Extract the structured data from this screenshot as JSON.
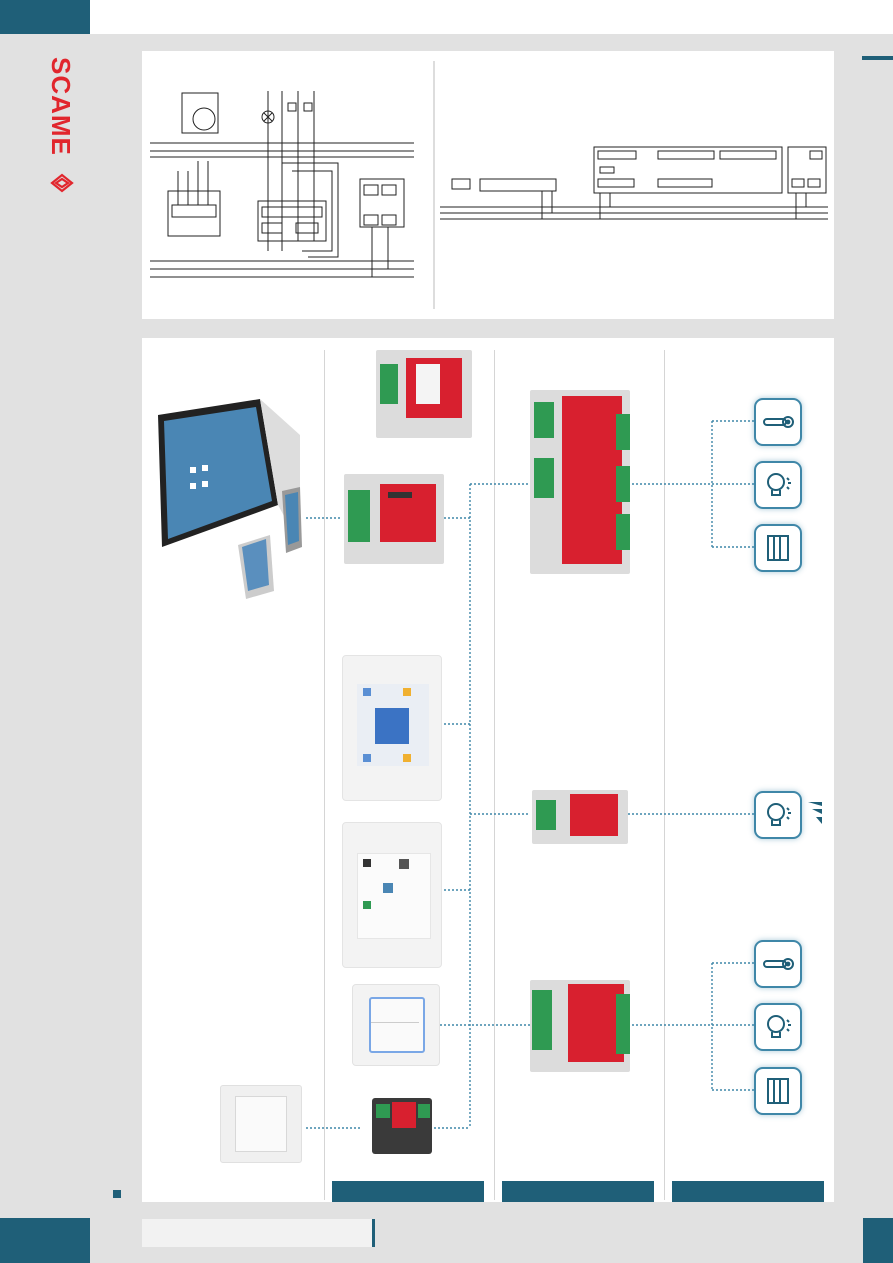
{
  "brand": {
    "name": "SCAME"
  },
  "colors": {
    "accent": "#1f5f78",
    "device_red": "#d8202f",
    "terminal_green": "#2f9a52",
    "icon_border": "#3f87a8"
  },
  "icons": {
    "thermometer": "thermometer-icon",
    "bulb": "light-bulb-icon",
    "blind": "roller-shutter-icon",
    "bulb_wireless": "light-bulb-icon"
  },
  "columns": [
    {
      "id": "col-1"
    },
    {
      "id": "col-2"
    },
    {
      "id": "col-3"
    },
    {
      "id": "col-4"
    }
  ]
}
